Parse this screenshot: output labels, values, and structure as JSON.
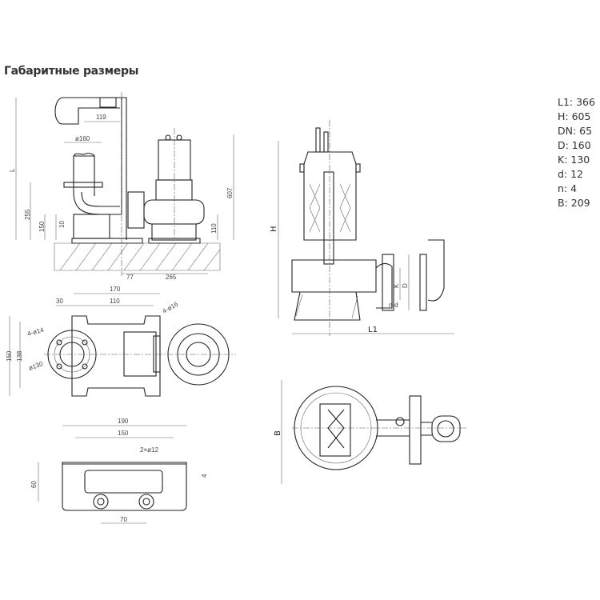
{
  "title": "Габаритные размеры",
  "specs": [
    {
      "label": "L1",
      "value": "366",
      "text": "L1: 366"
    },
    {
      "label": "H",
      "value": "605",
      "text": "H: 605"
    },
    {
      "label": "DN",
      "value": "65",
      "text": "DN: 65"
    },
    {
      "label": "D",
      "value": "160",
      "text": "D: 160"
    },
    {
      "label": "K",
      "value": "130",
      "text": "K: 130"
    },
    {
      "label": "d",
      "value": "12",
      "text": "d: 12"
    },
    {
      "label": "n",
      "value": "4",
      "text": "n: 4"
    },
    {
      "label": "B",
      "value": "209",
      "text": "B: 209"
    }
  ],
  "side_view": {
    "L": "L",
    "d119": "119",
    "d160": "ø160",
    "d255": "255",
    "d150": "150",
    "d10": "10",
    "d607": "607",
    "d110": "110",
    "d77": "77",
    "d265": "265"
  },
  "top_view": {
    "d170": "170",
    "d30": "30",
    "d110": "110",
    "d4x16": "4-ø16",
    "d4x14": "4-ø14",
    "d150": "150",
    "d138": "138",
    "d130": "ø130"
  },
  "base_view": {
    "d190": "190",
    "d150": "150",
    "d2x12": "2×ø12",
    "d60": "60",
    "d4": "4",
    "d70": "70"
  },
  "section_view": {
    "H": "H",
    "L1": "L1",
    "K": "K",
    "D": "D",
    "nd": "n-d"
  },
  "plan_view": {
    "B": "B"
  }
}
